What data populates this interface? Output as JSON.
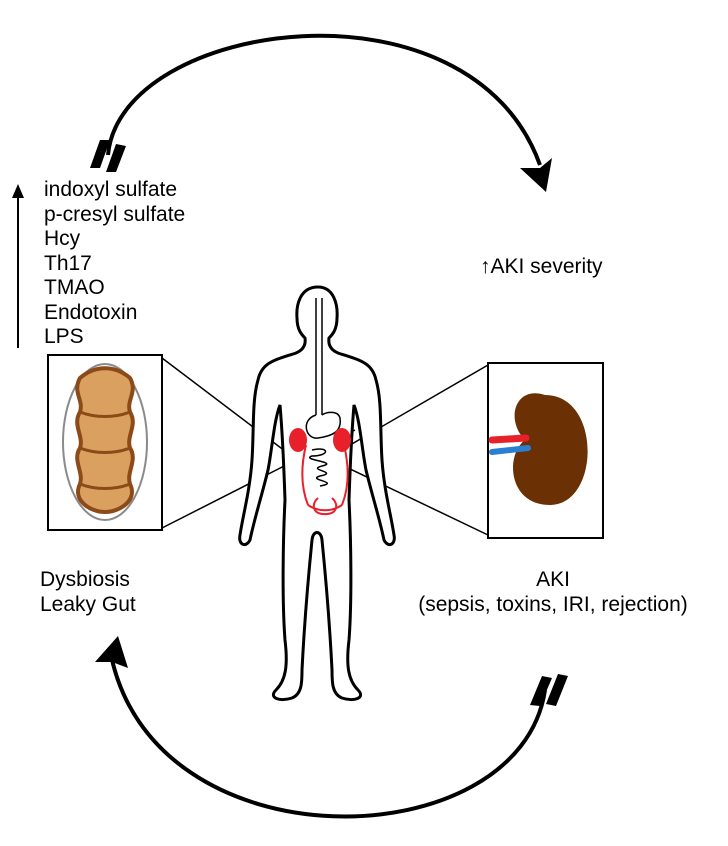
{
  "metabolites": {
    "items": [
      "indoxyl sulfate",
      "p-cresyl sulfate",
      "Hcy",
      "Th17",
      "TMAO",
      "Endotoxin",
      "LPS"
    ]
  },
  "aki_severity": {
    "arrow": "↑",
    "text": "AKI severity"
  },
  "gut": {
    "line1": "Dysbiosis",
    "line2": "Leaky Gut"
  },
  "aki": {
    "line1": "AKI",
    "line2": "(sepsis, toxins, IRI, rejection)"
  },
  "colors": {
    "kidney": "#6b3004",
    "gut_fill": "#d9a05f",
    "gut_stroke": "#8b4a17",
    "organ_red": "#e8202a",
    "vein_blue": "#2b7fd0",
    "ink": "#000000"
  }
}
